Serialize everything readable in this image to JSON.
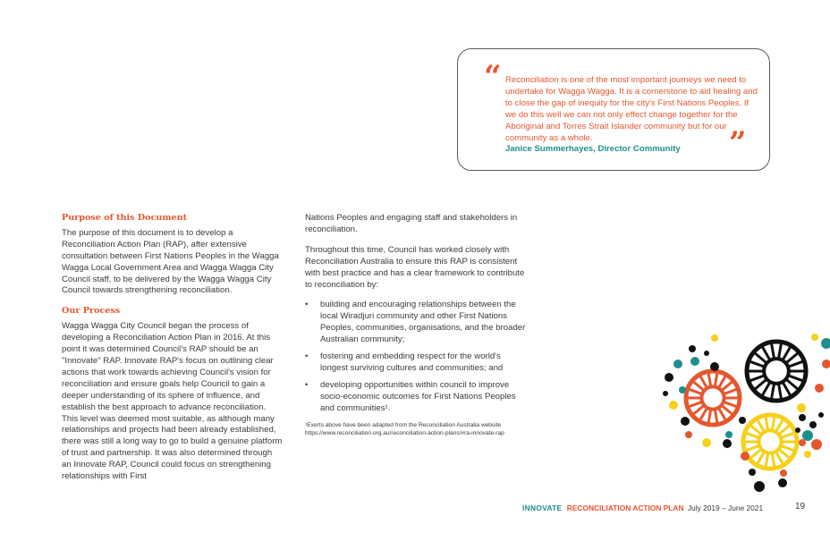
{
  "quote": {
    "text": "Reconciliation is one of the most important journeys we need to undertake for Wagga Wagga. It is a cornerstone to aid healing and to close the gap of inequity for the city's First Nations Peoples. If we do this well we can not only effect change together for the Aboriginal and Torres Strait Islander community but for our community as a whole.",
    "author": "Janice Summerhayes, Director Community",
    "open_mark": "“",
    "close_mark": "”"
  },
  "purpose": {
    "heading": "Purpose of this Document",
    "body": "The purpose of this document is to develop a Reconciliation Action Plan (RAP), after extensive consultation between First Nations Peoples in the Wagga Wagga Local Government Area and Wagga Wagga City Council staff, to be delivered by the Wagga Wagga City Council towards strengthening reconciliation."
  },
  "process": {
    "heading": "Our Process",
    "body": "Wagga Wagga City Council began the process of developing a Reconciliation Action Plan in 2016. At this point it was determined Council's RAP should be an \"Innovate\" RAP. Innovate RAP's focus on outlining clear actions that work towards achieving Council's vision for reconciliation and ensure goals help Council to gain a deeper understanding of its sphere of influence, and establish the best approach to advance reconciliation. This level was deemed most suitable, as although many relationships and projects had been already established, there was still a long way to go to build a genuine platform of trust and partnership. It was also determined through an Innovate RAP, Council could focus on strengthening relationships with First",
    "continuation": "Nations Peoples and engaging staff and stakeholders in reconciliation.",
    "paragraph2": "Throughout this time, Council has worked closely with Reconciliation Australia to ensure this RAP is consistent with best practice and has a clear framework to contribute to reconciliation by:",
    "bullets": [
      "building and encouraging relationships between the local Wiradjuri community and other First Nations Peoples, communities, organisations, and the broader Australian community;",
      "fostering and embedding respect for the world's longest surviving cultures and communities; and",
      "developing opportunities within council to improve socio-economic outcomes for First Nations Peoples and communities¹."
    ],
    "footnote": "¹Exerts above have been adapted from the Reconciliation Australia website https://www.reconciliation.org.au/reconciliation-action-plans/#ra-innovate-rap"
  },
  "footer": {
    "innovate": "INNOVATE",
    "rap": "RECONCILIATION ACTION PLAN",
    "dates": "July 2019 – June 2021",
    "page": "19"
  },
  "colors": {
    "accent_orange": "#e4572e",
    "accent_teal": "#1f8f8a",
    "yellow": "#f6d01a",
    "black": "#111111",
    "text": "#3a3a3a"
  }
}
